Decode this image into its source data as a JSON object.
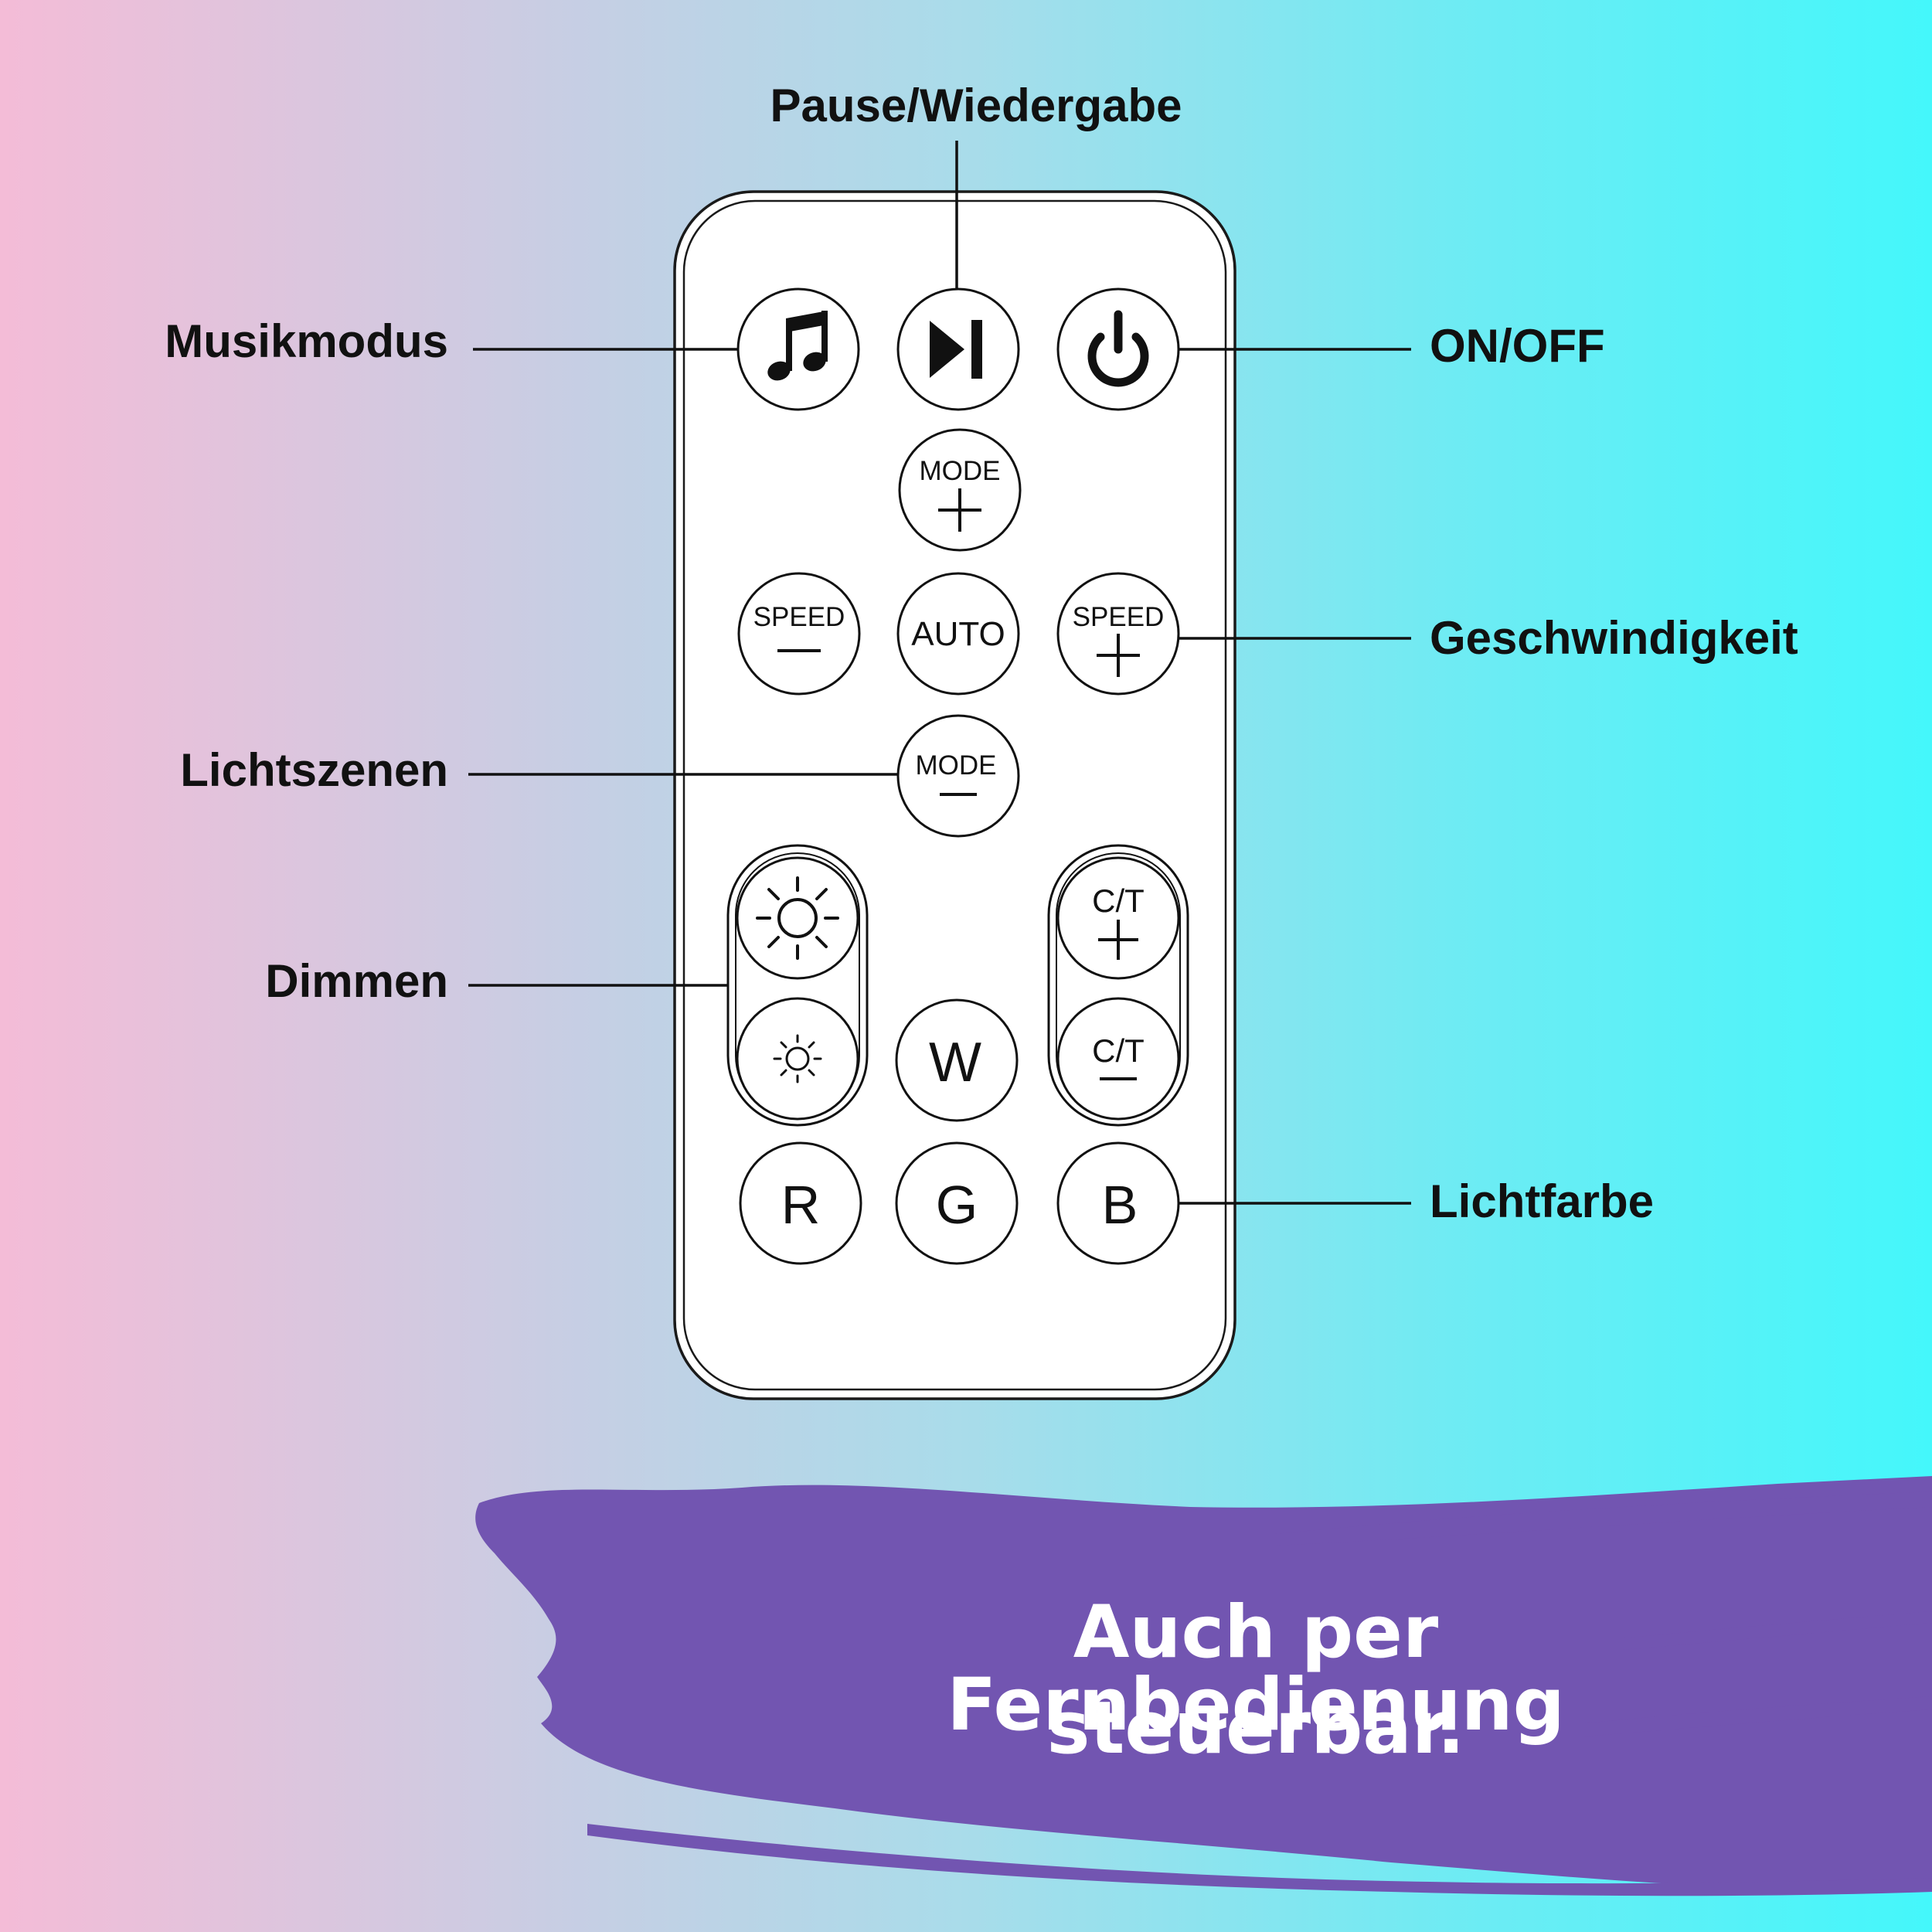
{
  "labels": {
    "pause": "Pause/Wiedergabe",
    "music": "Musikmodus",
    "onoff": "ON/OFF",
    "speed": "Geschwindigkeit",
    "scenes": "Lichtszenen",
    "dim": "Dimmen",
    "color": "Lichtfarbe"
  },
  "buttons": {
    "mode": "MODE",
    "speed": "SPEED",
    "auto": "AUTO",
    "ct": "C/T",
    "w": "W",
    "r": "R",
    "g": "G",
    "b": "B"
  },
  "icons": {
    "music": "music-note-icon",
    "play_pause": "play-pause-icon",
    "power": "power-icon",
    "brightness_up": "sun-large-icon",
    "brightness_down": "sun-small-icon"
  },
  "banner": {
    "line1": "Auch per Fernbedienung",
    "line2": "steuerbar.",
    "color": "#7255b1"
  }
}
